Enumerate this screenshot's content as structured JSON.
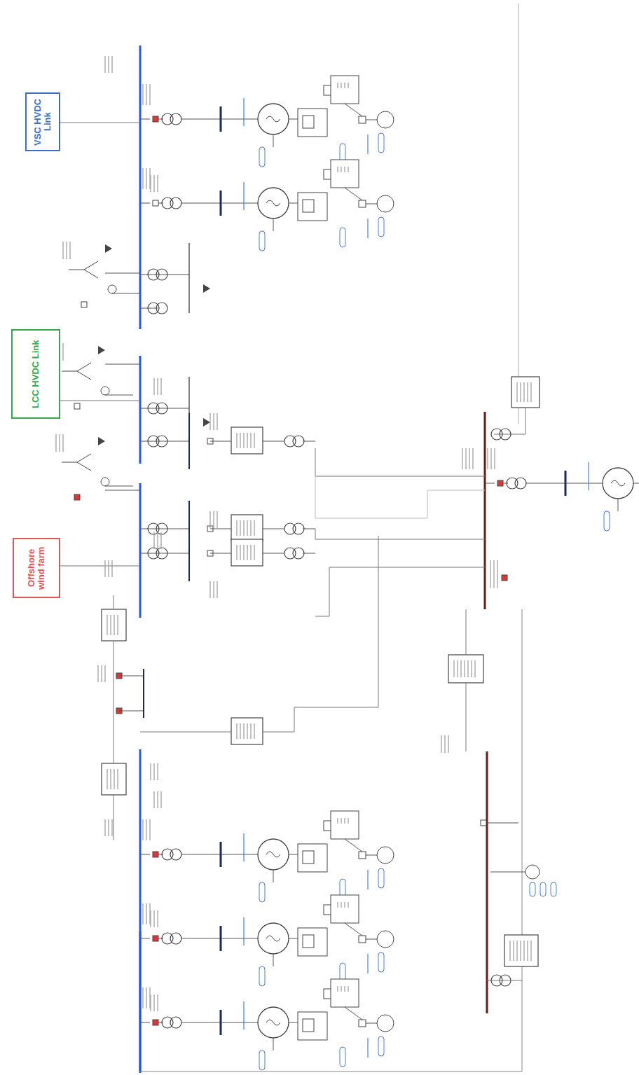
{
  "diagram": {
    "nodes": [
      {
        "text": [
          "VSC HVDC Link"
        ]
      },
      {
        "text": [
          "LCC HVDC Link"
        ]
      },
      {
        "text": [
          "Offshore wind farm"
        ]
      }
    ]
  }
}
